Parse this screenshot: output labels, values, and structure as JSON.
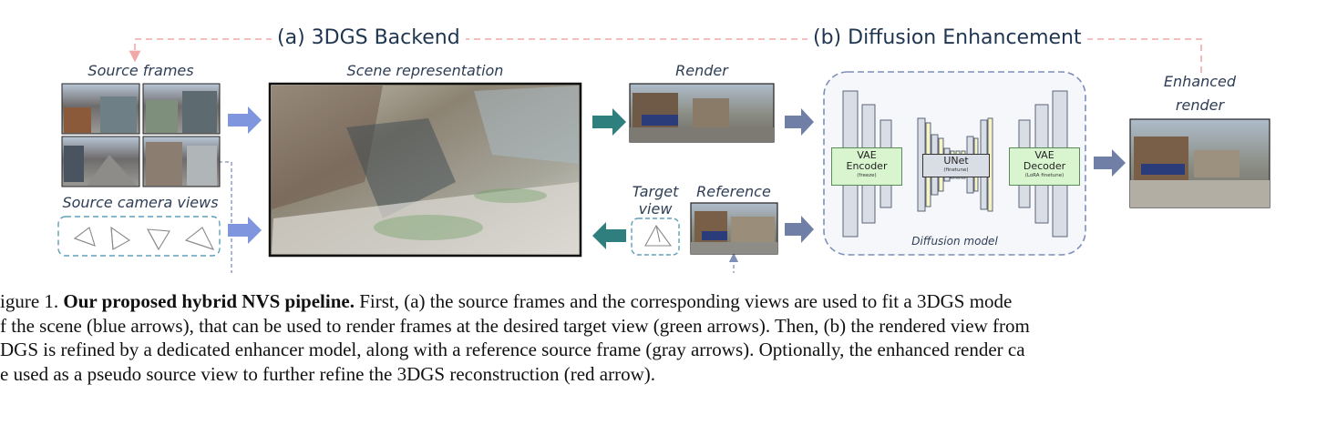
{
  "figure": {
    "section_a": "(a) 3DGS Backend",
    "section_b": "(b) Diffusion Enhancement",
    "labels": {
      "source_frames": "Source frames",
      "scene_representation": "Scene representation",
      "render": "Render",
      "enhanced_render_line1": "Enhanced",
      "enhanced_render_line2": "render",
      "source_camera_views": "Source camera views",
      "target_view_line1": "Target",
      "target_view_line2": "view",
      "reference": "Reference",
      "diffusion_model": "Diffusion model"
    },
    "blocks": {
      "vae_encoder": {
        "line1": "VAE",
        "line2": "Encoder",
        "note": "(freeze)"
      },
      "unet": {
        "line1": "UNet",
        "note": "(finetune)"
      },
      "vae_decoder": {
        "line1": "VAE",
        "line2": "Decoder",
        "note": "(LoRA finetune)"
      }
    },
    "colors": {
      "blue_arrow": "#7f96df",
      "green_arrow": "#2f7f7f",
      "gray_arrow": "#6f7fa6",
      "red_dashed": "#f0a8a8",
      "panel_border": "#7d8fb8",
      "camera_border": "#5f9fb8",
      "encoder_fill": "#d9f5d0",
      "unet_bar_fill": "#f7f3c3"
    }
  },
  "caption": {
    "line1_prefix": "igure 1. ",
    "line1_bold": "Our proposed hybrid NVS pipeline.",
    "line1_rest": " First, (a) the source frames and the corresponding views are used to fit a 3DGS mode",
    "line2": "f the scene (blue arrows), that can be used to render frames at the desired target view (green arrows). Then, (b) the rendered view from",
    "line3": "DGS is refined by a dedicated enhancer model, along with a reference source frame (gray arrows). Optionally, the enhanced render ca",
    "line4": "e used as a pseudo source view to further refine the 3DGS reconstruction (red arrow)."
  }
}
